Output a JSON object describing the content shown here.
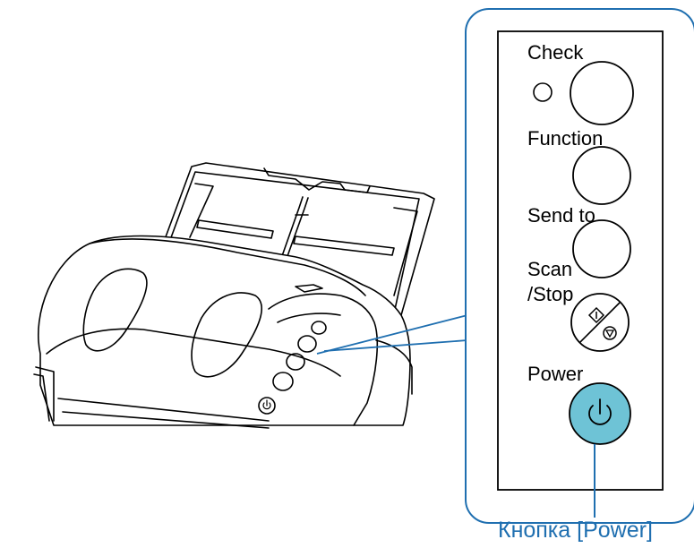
{
  "panel": {
    "labels": {
      "check": "Check",
      "function": "Function",
      "send_to": "Send to",
      "scan_line1": "Scan",
      "scan_line2": "/Stop",
      "power": "Power"
    }
  },
  "callout": {
    "caption": "Кнопка [Power]"
  },
  "colors": {
    "panel_border": "#1f6fb0",
    "callout_text": "#1f6fb0",
    "power_button_fill": "#6ec3d6",
    "line_art": "#000000"
  }
}
